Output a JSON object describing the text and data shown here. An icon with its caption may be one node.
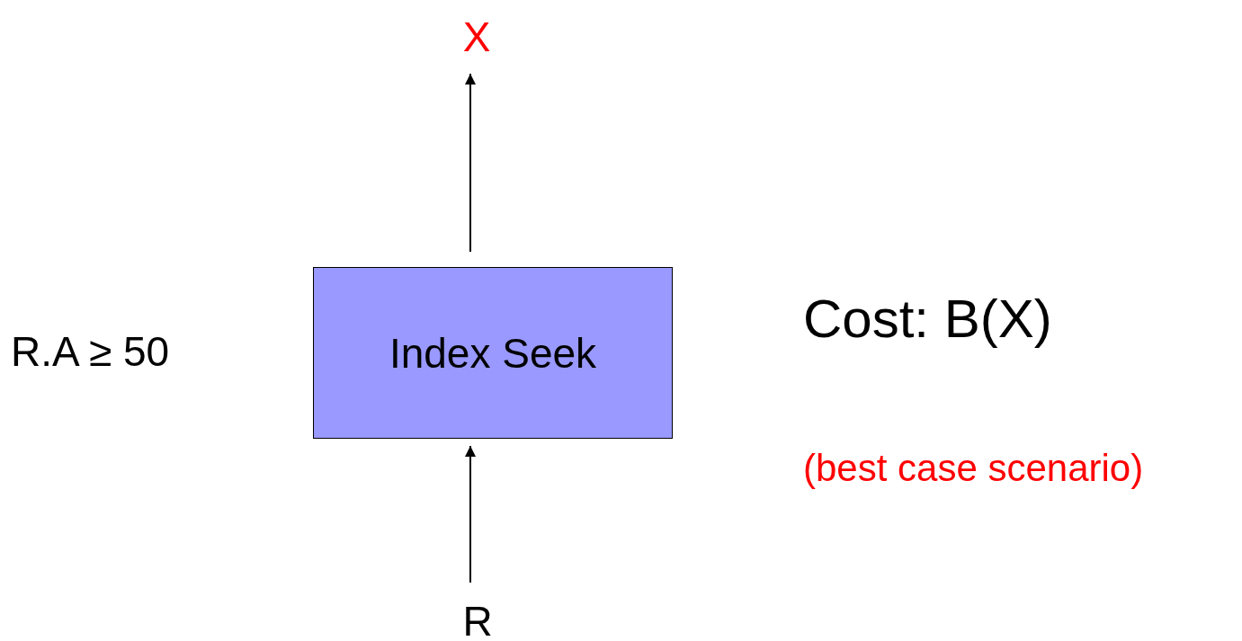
{
  "diagram": {
    "nodes": [
      {
        "text": [
          "X"
        ]
      },
      {
        "text": [
          "Index Seek"
        ]
      },
      {
        "text": [
          "R"
        ]
      }
    ],
    "edges": [
      {
        "from": 2,
        "to": 1,
        "arrow": "to"
      },
      {
        "from": 1,
        "to": 0,
        "arrow": "to"
      }
    ],
    "labels": [
      "R.A ≥ 50",
      "Cost: B(X)",
      "(best case scenario)"
    ]
  }
}
